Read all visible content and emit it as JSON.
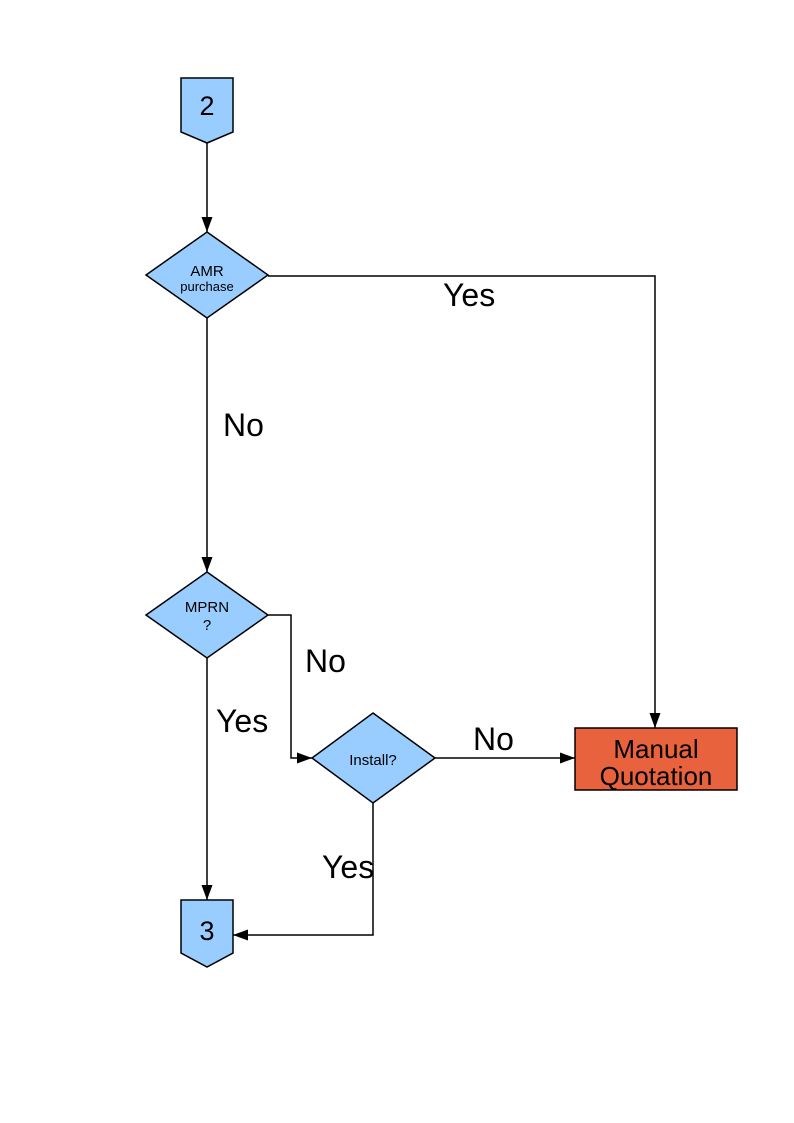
{
  "page": {
    "background": "#FFFFFF",
    "type": "flowchart-page"
  },
  "colors": {
    "node_fill": "#99CCFF",
    "manual_fill": "#E9623E",
    "stroke": "#000000",
    "line": "#000000",
    "text": "#000000"
  },
  "nodes": {
    "connector2": {
      "label": "2",
      "shape": "off-page-connector"
    },
    "amr": {
      "line1": "AMR",
      "line2": "purchase",
      "shape": "decision"
    },
    "mprn": {
      "line1": "MPRN",
      "line2": "?",
      "shape": "decision"
    },
    "install": {
      "label": "Install?",
      "shape": "decision"
    },
    "manual_quotation": {
      "line1": "Manual",
      "line2": "Quotation",
      "shape": "process"
    },
    "connector3": {
      "label": "3",
      "shape": "off-page-connector"
    }
  },
  "edges": {
    "amr_yes": {
      "label": "Yes",
      "from": "amr",
      "to": "manual_quotation"
    },
    "amr_no": {
      "label": "No",
      "from": "amr",
      "to": "mprn"
    },
    "mprn_no": {
      "label": "No",
      "from": "mprn",
      "to": "install"
    },
    "mprn_yes": {
      "label": "Yes",
      "from": "mprn",
      "to": "connector3"
    },
    "install_no": {
      "label": "No",
      "from": "install",
      "to": "manual_quotation"
    },
    "install_yes": {
      "label": "Yes",
      "from": "install",
      "to": "connector3"
    }
  }
}
